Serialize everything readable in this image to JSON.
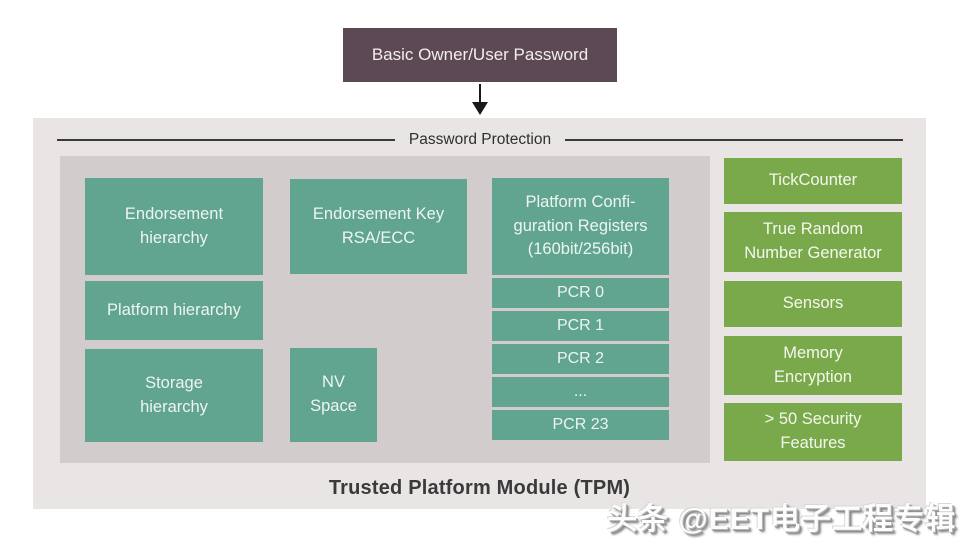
{
  "colors": {
    "teal_box": "#61a490",
    "green_box": "#7aa94b",
    "dark_box": "#5d4954",
    "outer_panel": "#e8e5e4",
    "inner_panel": "#d3cccd",
    "line": "#3a3a3a",
    "title_text": "#3a3a3a"
  },
  "top": {
    "basic_password_label": "Basic Owner/User Password"
  },
  "password_protection": {
    "header_label": "Password Protection"
  },
  "tpm": {
    "title": "Trusted Platform Module (TPM)",
    "hierarchies": {
      "endorsement": "Endorsement\nhierarchy",
      "platform": "Platform hierarchy",
      "storage": "Storage\nhierarchy"
    },
    "keys": {
      "endorsement_key": "Endorsement Key\nRSA/ECC",
      "nv_space": "NV\nSpace"
    },
    "pcr": {
      "header": "Platform Confi-\nguration Registers\n(160bit/256bit)",
      "rows": [
        "PCR 0",
        "PCR 1",
        "PCR 2",
        "...",
        "PCR 23"
      ]
    },
    "features": [
      "TickCounter",
      "True Random\nNumber Generator",
      "Sensors",
      "Memory\nEncryption",
      "> 50 Security\nFeatures"
    ]
  },
  "watermark": {
    "text": "头条 @EET电子工程专辑"
  }
}
